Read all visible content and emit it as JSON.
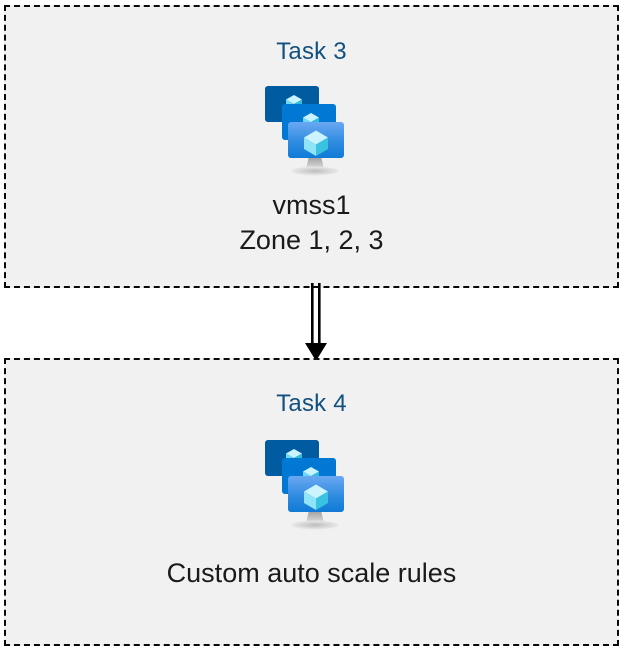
{
  "diagram": {
    "title_color": "#12507f",
    "caption_color": "#1a1a1a",
    "box_fill": "#f1f1f1",
    "box_border": "#0a0a0a",
    "page_background": "#ffffff",
    "icon_name": "virtual-machine-scale-set-icon",
    "icon_colors": {
      "monitor_back": "#005ba1",
      "monitor_middle": "#0078d4",
      "monitor_front_top": "#5ea0ef",
      "monitor_front_bottom": "#0f7ad6",
      "cube_light": "#c3f1ff",
      "cube_mid": "#9cebff",
      "cube_dark": "#32bedd",
      "stand": "#b3b3b3"
    },
    "connector": {
      "name": "double-line-arrow-down",
      "style": "double-line",
      "arrowhead": "solid-triangle",
      "color": "#000000",
      "direction": "down"
    },
    "boxes": [
      {
        "id": "task-3",
        "title": "Task 3",
        "icon": "virtual-machine-scale-set-icon",
        "caption": "vmss1\nZone 1, 2, 3",
        "caption_lines": [
          "vmss1",
          "Zone 1, 2, 3"
        ]
      },
      {
        "id": "task-4",
        "title": "Task 4",
        "icon": "virtual-machine-scale-set-icon",
        "caption": "Custom auto scale rules",
        "caption_lines": [
          "Custom auto scale rules"
        ]
      }
    ]
  }
}
